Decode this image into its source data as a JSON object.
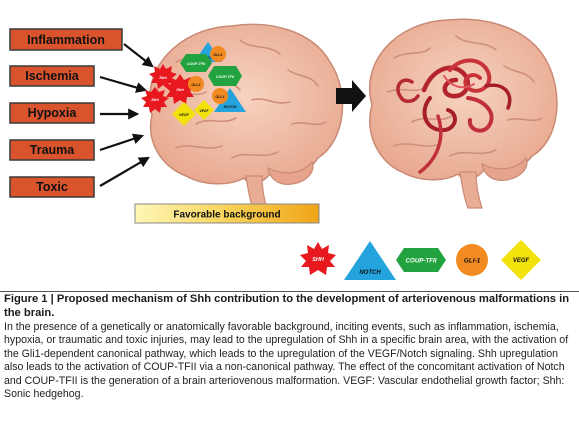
{
  "triggers": [
    "Inflammation",
    "Ischemia",
    "Hypoxia",
    "Trauma",
    "Toxic"
  ],
  "background_bar": "Favorable background",
  "brain_labels": {
    "shh_1": "Shh",
    "shh_2": "Shh",
    "shh_3": "Shh",
    "notch_1": "NOTCH",
    "notch_2": "NOTCH",
    "coup_1": "COUP-TFII",
    "coup_2": "COUP-TFII",
    "gli_1": "GLI-1",
    "gli_2": "GLI-1",
    "gli_3": "GLI-1",
    "vegf_1": "VEGF",
    "vegf_2": "VEGF"
  },
  "legend": {
    "shh": "SHH",
    "notch": "NOTCH",
    "coup": "COUP-TFII",
    "gli": "GLI-1",
    "vegf": "VEGF"
  },
  "colors": {
    "trigger_fill": "#d9532c",
    "trigger_border": "#3a3a3a",
    "shh": "#e8181f",
    "notch": "#24a3dd",
    "coup": "#22a33f",
    "gli": "#f08a21",
    "vegf": "#f2e20c",
    "brain": "#f1c0a8",
    "brain_dark": "#d58e79",
    "bar_from": "#fff3a8",
    "bar_to": "#f0a818"
  },
  "caption": {
    "title": "Figure 1  |  Proposed mechanism of Shh contribution to the development of arteriovenous malformations in the brain.",
    "body": "In the presence of a genetically or anatomically favorable background, inciting events, such as inflammation, ischemia, hypoxia, or traumatic and toxic injuries, may lead to the upregulation of Shh in a specific brain area, with the activation of the Gli1-dependent canonical pathway, which leads to the upregulation of the VEGF/Notch signaling. Shh upregulation also leads to the activation of COUP-TFII via a non-canonical pathway. The effect of the concomitant activation of Notch and COUP-TFII is the generation of a brain arteriovenous malformation. VEGF: Vascular endothelial growth factor; Shh: Sonic hedgehog."
  }
}
